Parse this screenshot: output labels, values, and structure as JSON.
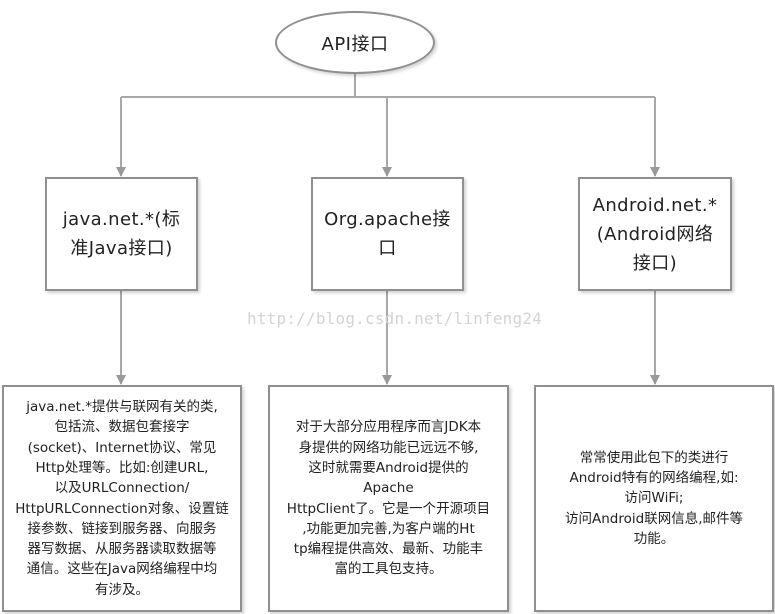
{
  "root": {
    "label": "API接口"
  },
  "children": [
    {
      "label_lines": [
        "java.net.*(标",
        "准Java接口)"
      ],
      "detail_lines": [
        "java.net.*提供与联网有关的类,",
        "包括流、数据包套接字",
        "(socket)、Internet协议、常见",
        "Http处理等。比如:创建URL,",
        "以及URLConnection/",
        "HttpURLConnection对象、设置链",
        "接参数、链接到服务器、向服务",
        "器写数据、从服务器读取数据等",
        "通信。这些在Java网络编程中均",
        "有涉及。"
      ]
    },
    {
      "label_lines": [
        "Org.apache接",
        "口"
      ],
      "detail_lines": [
        "对于大部分应用程序而言JDK本",
        "身提供的网络功能已远远不够,",
        "这时就需要Android提供的",
        "Apache",
        "HttpClient了。它是一个开源项目",
        ",功能更加完善,为客户端的Ht",
        "tp编程提供高效、最新、功能丰",
        "富的工具包支持。"
      ]
    },
    {
      "label_lines": [
        "Android.net.*",
        "(Android网络",
        "接口)"
      ],
      "detail_lines": [
        "常常使用此包下的类进行",
        "Android特有的网络编程,如:",
        "访问WiFi;",
        "访问Android联网信息,邮件等",
        "功能。"
      ]
    }
  ],
  "watermark": "http://blog.csdn.net/linfeng24"
}
